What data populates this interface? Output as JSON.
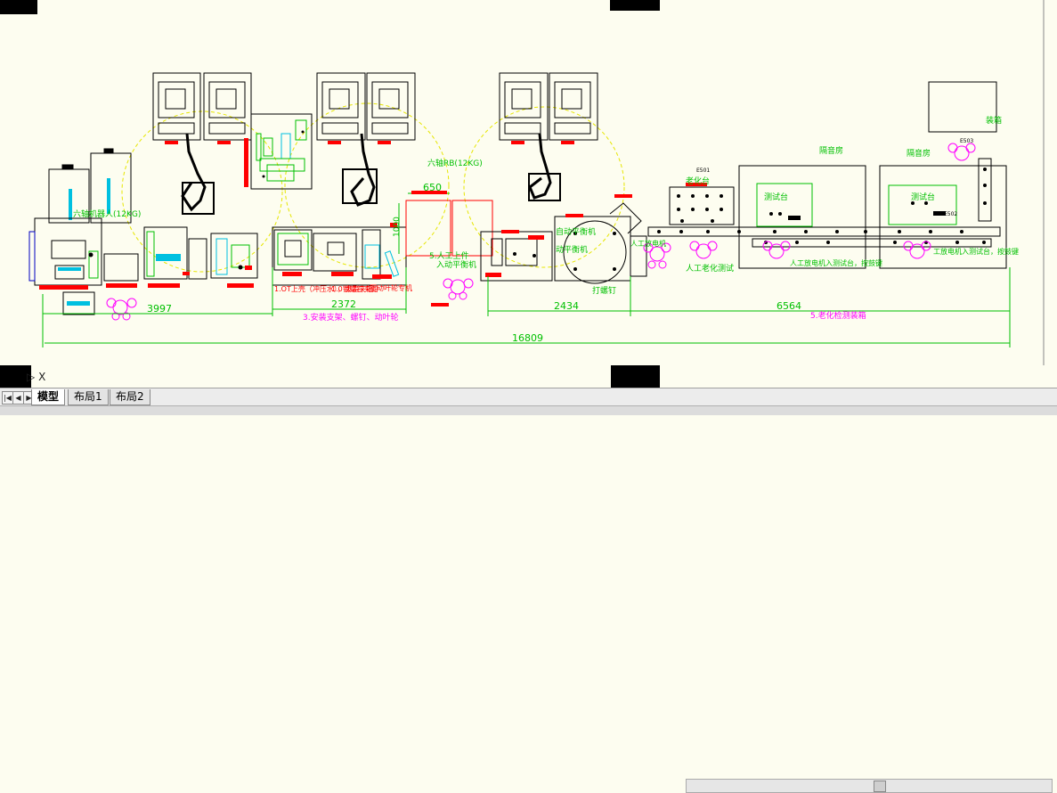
{
  "tabs": [
    {
      "label": "模型",
      "active": true
    },
    {
      "label": "布局1",
      "active": false
    },
    {
      "label": "布局2",
      "active": false
    }
  ],
  "axis_label": "X",
  "labels": {
    "six_axis_robot_12kg": "六轴机器人(12KG)",
    "six_axis_rb_12kg": "六轴RB(12KG)",
    "dim_650": "650",
    "dim_1000": "1000",
    "manual_loading": "5.人工上件",
    "enter_auto_line": "入动平衡机",
    "auto_balance_label": "自动平衡机",
    "auto_balance_label2": "动平衡机",
    "aging_table": "老化台",
    "manual_aging_test": "人工老化测试",
    "test_table_1": "测试台",
    "test_table_2": "测试台",
    "muffler_room_1": "隔音房",
    "muffler_room_2": "隔音房",
    "manual_motor_1": "人工放电机入测试台，按鼓键",
    "manual_motor_2": "工放电机入测试台，按鼓键",
    "manual_side": "人工放电机",
    "tail_label": "装箱",
    "screw_driving": "打螺钉",
    "st_1": "1.OT上壳（冲压水），拔盖夹钮",
    "st_2": "1.0锁螺钉夹钳",
    "st_3": "压动叶轮专机",
    "section_3": "3.安装支架、螺钉、动叶轮",
    "section_5": "5.老化检测装箱",
    "dim_3997": "3997",
    "dim_2372": "2372",
    "dim_2434": "2434",
    "dim_6564": "6564",
    "dim_total": "16809",
    "code_e501": "E501",
    "code_e502": "E502",
    "code_e503": "E503"
  },
  "colors": {
    "background": "#fdfdf0",
    "line": "#000000",
    "robot_arm": "#000000",
    "green": "#00c000",
    "red": "#ff0000",
    "cyan": "#00c0e0",
    "yellow": "#e6e600",
    "magenta": "#ff00ff"
  }
}
